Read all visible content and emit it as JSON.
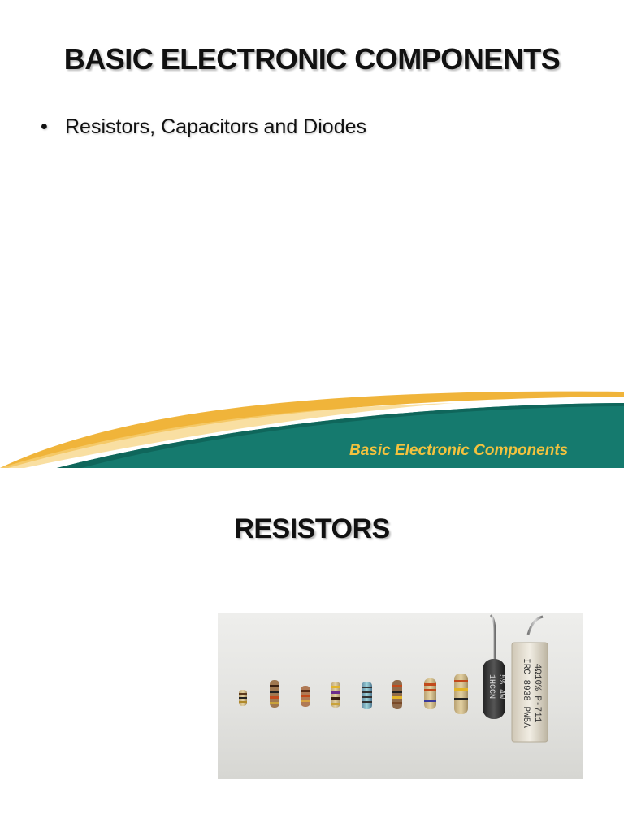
{
  "slide1": {
    "title": "BASIC ELECTRONIC COMPONENTS",
    "bullets": [
      "Resistors, Capacitors and Diodes"
    ],
    "banner_caption": "Basic Electronic Components",
    "colors": {
      "banner_green": "#157a6e",
      "banner_gold": "#f0b43a",
      "caption_text": "#f3c23e"
    }
  },
  "slide2": {
    "title": "RESISTORS",
    "photo": {
      "subject": "assorted resistors",
      "labels": [
        "1HCCN 5% 4W",
        "IRC 8938 PW5A 4Ω10% P-711"
      ]
    }
  }
}
